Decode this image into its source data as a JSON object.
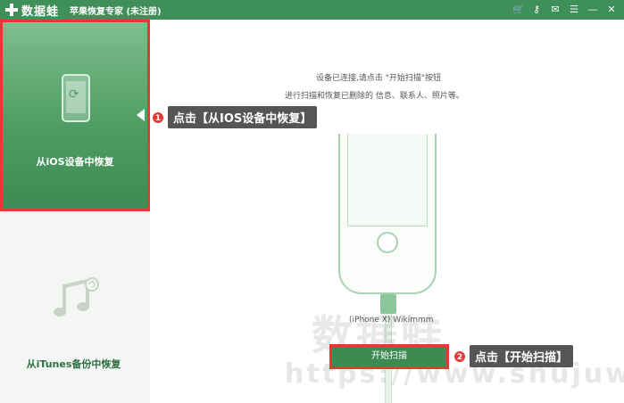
{
  "titlebar": {
    "logo": "数据蛙",
    "title": "苹果恢复专家 (未注册)",
    "icons": [
      "cart-icon",
      "key-icon",
      "chat-icon",
      "menu-icon",
      "minimize-icon",
      "close-icon"
    ],
    "icon_glyphs": [
      "🛒",
      "⚷",
      "✉",
      "☰",
      "—",
      "✕"
    ]
  },
  "sidebar": {
    "items": [
      {
        "label": "从iOS设备中恢复",
        "icon": "phone-refresh-icon",
        "active": true
      },
      {
        "label": "从iTunes备份中恢复",
        "icon": "music-refresh-icon",
        "active": false
      }
    ]
  },
  "main": {
    "hint_line1": "设备已连接,请点击 \"开始扫描\"按钮",
    "hint_line2": "进行扫描和恢复已删除的 信息、联系人、照片等。",
    "device_name": "(iPhone X) Wikimmm",
    "scan_button": "开始扫描"
  },
  "callouts": [
    {
      "number": "1",
      "text": "点击【从IOS设备中恢复】"
    },
    {
      "number": "2",
      "text": "点击【开始扫描】"
    }
  ],
  "watermark": {
    "text": "数据蛙",
    "url": "https://www.shujuwa.net"
  },
  "colors": {
    "brand_green": "#3f8f58",
    "highlight_red": "#e53935",
    "callout_bg": "#555555"
  }
}
